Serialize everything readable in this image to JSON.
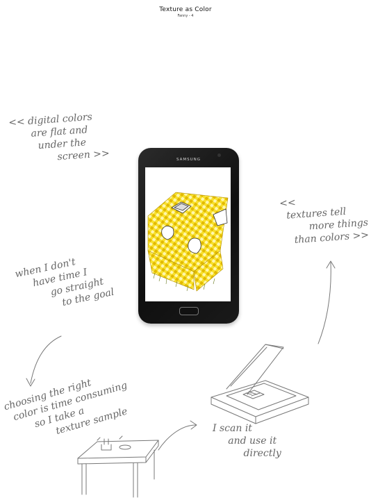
{
  "header": {
    "title": "Texture as Color",
    "subtitle": "Fanny - 4"
  },
  "notes": {
    "digital": "<< digital colors\n       are flat and\n         under the\n               screen >>",
    "textures": "<<\n  textures tell\n         more things\n    than colors >>",
    "time": "when I don't\n     have time I\n          go straight\n             to the goal",
    "choosing": "choosing the right\n  color is time consuming\n        so I take a\n              texture sample",
    "scan": "I scan it\n     and use it\n          directly"
  },
  "phone": {
    "brand": "SAMSUNG"
  },
  "colors": {
    "gingham": "#f2d400",
    "gingham_dark": "#e0b800",
    "pencil": "#666666"
  }
}
